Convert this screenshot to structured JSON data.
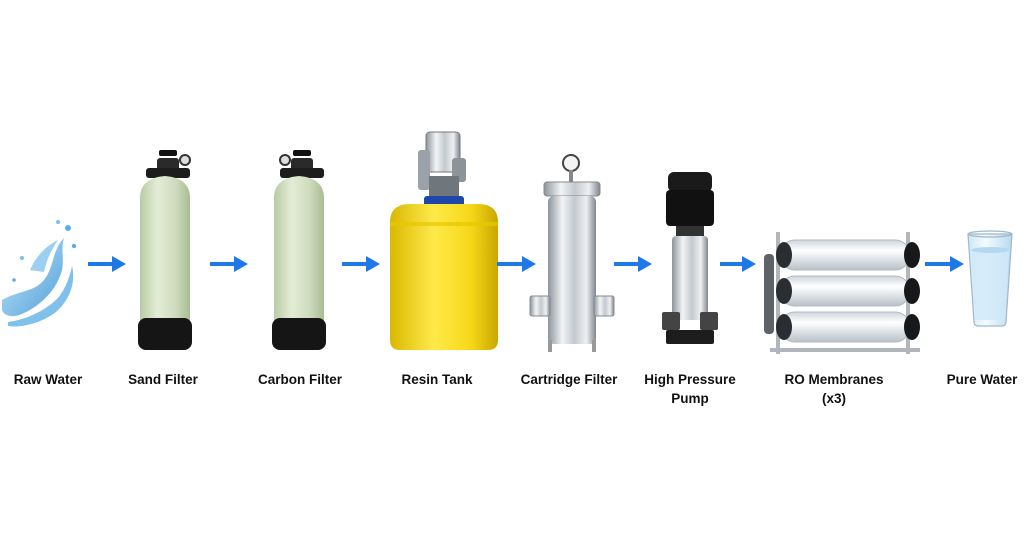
{
  "diagram": {
    "colors": {
      "arrow": "#1e78e6",
      "fiberglass": "#d4e2c2",
      "resin_tank": "#f5dc1e",
      "steel": "#c9ced4",
      "water": "#4aa3df"
    },
    "steps": [
      {
        "id": "raw-water",
        "label_lines": [
          "Raw Water"
        ],
        "icon": "water-splash-icon"
      },
      {
        "id": "sand-filter",
        "label_lines": [
          "Sand Filter"
        ],
        "icon": "sand-filter-vessel-icon"
      },
      {
        "id": "carbon-filter",
        "label_lines": [
          "Carbon Filter"
        ],
        "icon": "carbon-filter-vessel-icon"
      },
      {
        "id": "resin-tank",
        "label_lines": [
          "Resin Tank"
        ],
        "icon": "resin-tank-icon"
      },
      {
        "id": "cartridge-filter",
        "label_lines": [
          "Cartridge Filter"
        ],
        "icon": "cartridge-filter-housing-icon"
      },
      {
        "id": "high-pressure-pump",
        "label_lines": [
          "High Pressure",
          "Pump"
        ],
        "icon": "high-pressure-pump-icon"
      },
      {
        "id": "ro-membranes",
        "label_lines": [
          "RO Membranes",
          "(x3)"
        ],
        "icon": "ro-membrane-rack-icon"
      },
      {
        "id": "pure-water",
        "label_lines": [
          "Pure Water"
        ],
        "icon": "water-glass-icon"
      }
    ]
  }
}
